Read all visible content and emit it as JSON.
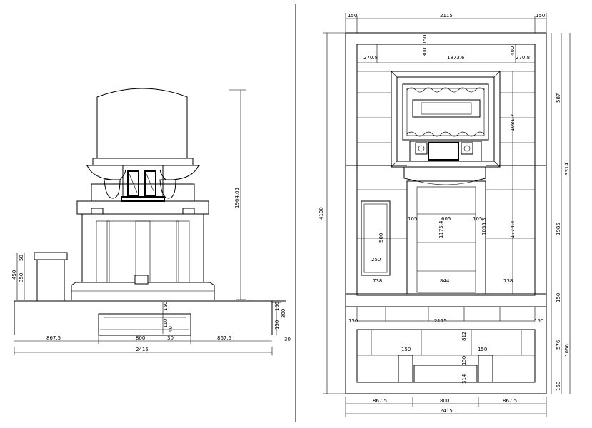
{
  "front": {
    "overall_height": "1964.65",
    "bottom_widths": [
      "867.5",
      "800",
      "867.5"
    ],
    "overall_width": "2415",
    "center_30": "30",
    "center_150": "150",
    "center_110": "110",
    "center_40": "40",
    "right_150": "150",
    "right_300": "300",
    "right_150b": "150",
    "right_30": "30",
    "left_450": "450",
    "left_350": "350",
    "left_50": "50"
  },
  "plan": {
    "top_widths": [
      "150",
      "2115",
      "150"
    ],
    "overall_height": "4100",
    "label_270a": "270.8",
    "label_1873": "1873.6",
    "label_270b": "270.8",
    "label_300": "300",
    "label_150": "150",
    "label_400": "400",
    "right_587": "587",
    "right_1081": "1081.7",
    "right_3314": "3314",
    "right_1985": "1985",
    "right_150": "150",
    "right_576": "576",
    "right_1066": "1066",
    "right_150b": "150",
    "inner_1175": "1175.4",
    "inner_1055": "1055.3",
    "inner_1774": "1774.4",
    "inner_105a": "105",
    "inner_605": "605",
    "inner_105b": "105",
    "inner_500": "500",
    "inner_250": "250",
    "inner_738a": "738",
    "inner_844": "844",
    "inner_738b": "738",
    "inner_150a": "150",
    "inner_2115": "2115",
    "inner_150b": "150",
    "inner_812": "812",
    "inner_150c": "150",
    "inner_150d": "150",
    "inner_150e": "150",
    "inner_314": "314",
    "bottom_widths": [
      "867.5",
      "800",
      "867.5"
    ],
    "overall_width": "2415"
  }
}
